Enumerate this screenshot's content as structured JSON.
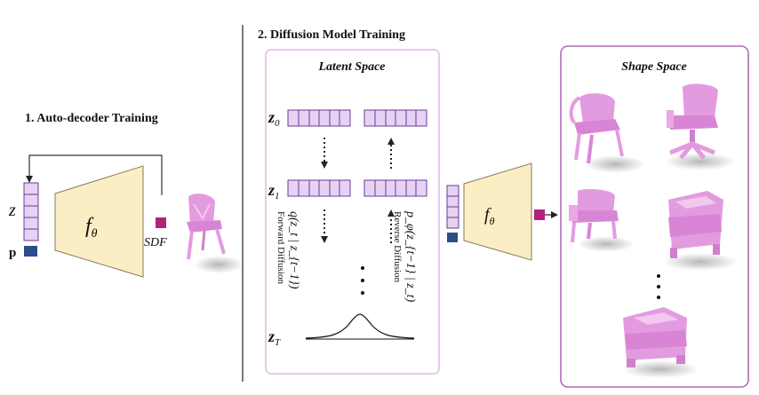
{
  "section1": {
    "title": "1. Auto-decoder Training"
  },
  "section2": {
    "title": "2. Diffusion Model Training"
  },
  "latent_space": {
    "title": "Latent Space",
    "z0": "z",
    "z0_sub": "0",
    "z1": "z",
    "z1_sub": "1",
    "zT": "z",
    "zT_sub": "T",
    "forward_label": "Forward Diffusion",
    "forward_formula": "q(z_t | z_{t−1})",
    "reverse_label": "Reverse Diffusion",
    "reverse_formula": "p_φ(z_{t−1} | z_t)"
  },
  "shape_space": {
    "title": "Shape Space"
  },
  "decoder": {
    "label": "f",
    "sub": "θ"
  },
  "labels": {
    "z": "z",
    "p": "p",
    "sdf": "SDF"
  },
  "colors": {
    "latent_cell": "#e6d3f3",
    "cell_border": "#6a3a9a",
    "decoder_fill": "#fbeec4",
    "decoder_stroke": "#8a7a5a",
    "sdf": "#b3227a",
    "point": "#2d4d8a",
    "panel_border": "#b06ab8",
    "chair": "#e39be0"
  }
}
